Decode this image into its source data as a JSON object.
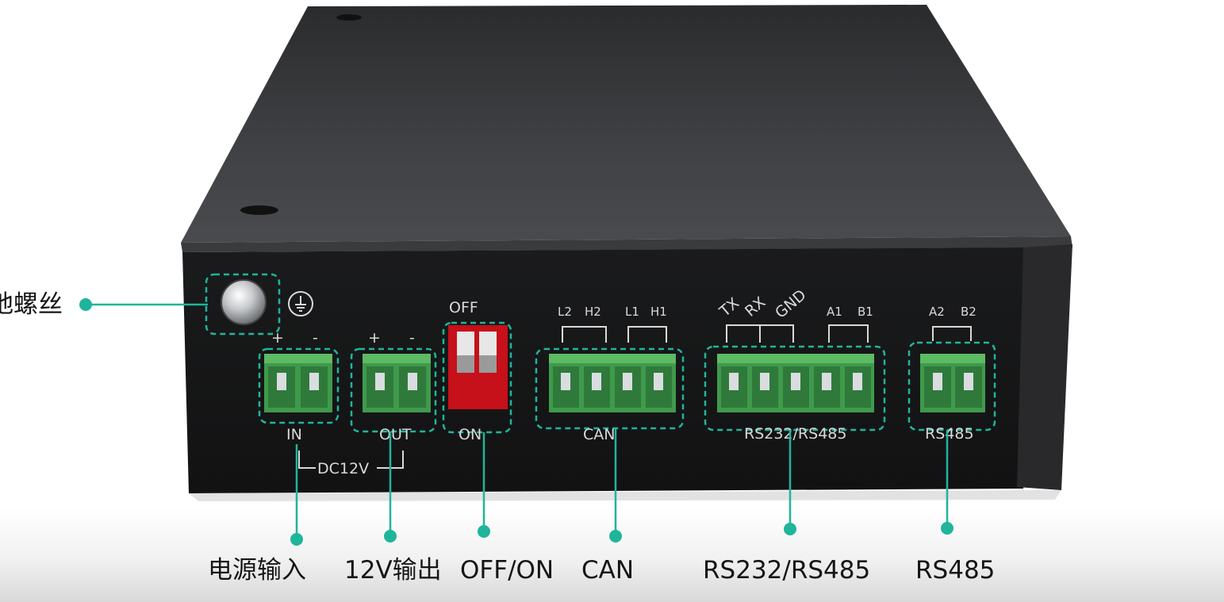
{
  "accent_color": "#1fb59a",
  "device_color": "#2b2c2e",
  "terminal_color": "#3f9a4c",
  "switch_color": "#c6101a",
  "left_label": "地螺丝",
  "captions": {
    "power_in": "电源输入",
    "out_12v": "12V输出",
    "off_on": "OFF/ON",
    "can": "CAN",
    "rs232_rs485": "RS232/RS485",
    "rs485": "RS485"
  },
  "silkscreen": {
    "ground_symbol": "⏚",
    "in_plus": "+",
    "in_minus": "-",
    "in": "IN",
    "out_plus": "+",
    "out_minus": "-",
    "out": "OUT",
    "dc12v": "DC12V",
    "off": "OFF",
    "on": "ON",
    "l2": "L2",
    "h2": "H2",
    "l1": "L1",
    "h1": "H1",
    "can": "CAN",
    "tx": "TX",
    "rx": "RX",
    "gnd": "GND",
    "a1": "A1",
    "b1": "B1",
    "rs232_rs485": "RS232/RS485",
    "a2": "A2",
    "b2": "B2",
    "rs485": "RS485"
  }
}
